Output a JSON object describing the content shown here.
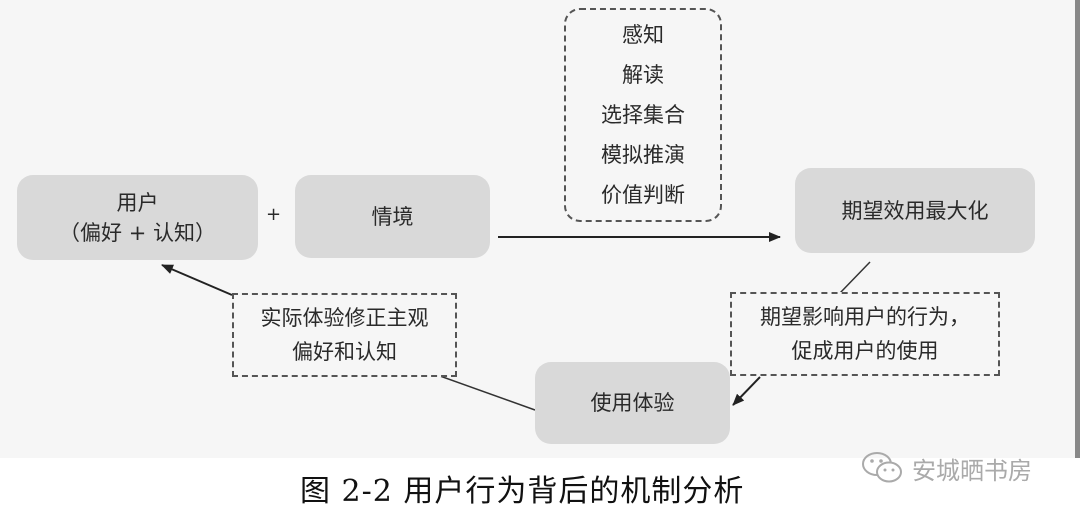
{
  "nodes": {
    "user": {
      "line1": "用户",
      "line2": "（偏好 + 认知）"
    },
    "plus": "+",
    "context": "情境",
    "process": [
      "感知",
      "解读",
      "选择集合",
      "模拟推演",
      "价值判断"
    ],
    "expect": "期望效用最大化",
    "influence": [
      "期望影响用户的行为，",
      "促成用户的使用"
    ],
    "use": "使用体验",
    "correct": [
      "实际体验修正主观",
      "偏好和认知"
    ]
  },
  "caption": "图 2-2 用户行为背后的机制分析",
  "watermark": {
    "icon": "wechat-icon",
    "text": "安城晒书房"
  }
}
